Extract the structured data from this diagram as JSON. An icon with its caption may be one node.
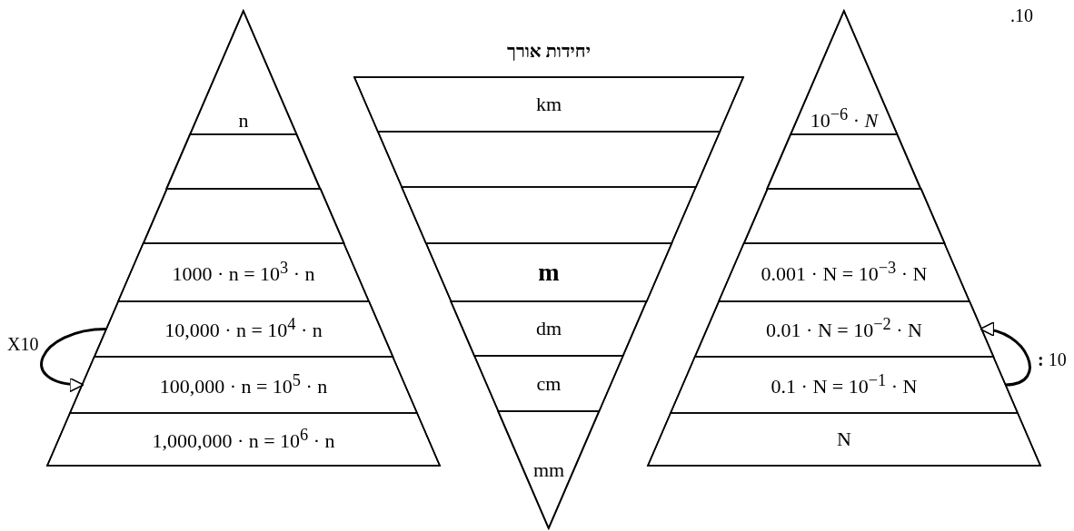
{
  "diagram": {
    "nodes": [
      {
        "text": [],
        "shape": "triangle"
      },
      {
        "text": [
          "n"
        ],
        "in": 0
      },
      {
        "text": [],
        "shape": "band",
        "in": 0
      },
      {
        "text": [],
        "shape": "band",
        "in": 0
      },
      {
        "text": [
          "1000 · n = 10$^{3}$ · n"
        ],
        "in": 0
      },
      {
        "text": [
          "10,000 · n = 10$^{4}$ · n"
        ],
        "in": 0
      },
      {
        "text": [
          "100,000 · n = 10$^{5}$ · n"
        ],
        "in": 0
      },
      {
        "text": [
          "1,000,000 · n = 10$^{6}$ · n"
        ],
        "in": 0
      },
      {
        "text": [
          "יחידות אורך"
        ]
      },
      {
        "text": [
          "km"
        ],
        "in": 8
      },
      {
        "text": [],
        "shape": "band",
        "in": 8
      },
      {
        "text": [],
        "shape": "band",
        "in": 8
      },
      {
        "text": [
          "m"
        ],
        "in": 8
      },
      {
        "text": [
          "dm"
        ],
        "in": 8
      },
      {
        "text": [
          "cm"
        ],
        "in": 8
      },
      {
        "text": [
          "mm"
        ],
        "in": 8
      },
      {
        "text": [],
        "shape": "triangle"
      },
      {
        "text": [
          "10$^{−6}$ · *N*"
        ],
        "in": 16
      },
      {
        "text": [],
        "shape": "band",
        "in": 16
      },
      {
        "text": [],
        "shape": "band",
        "in": 16
      },
      {
        "text": [
          "0.001 · N = 10$^{−3}$ · N"
        ],
        "in": 16
      },
      {
        "text": [
          "0.01 · N = 10$^{−2}$ · N"
        ],
        "in": 16
      },
      {
        "text": [
          "0.1 · N = 10$^{−1}$ · N"
        ],
        "in": 16
      },
      {
        "text": [
          "N"
        ],
        "in": 16
      }
    ],
    "edges": [
      {
        "from": 5,
        "to": 6,
        "arrow": "to",
        "label": "X10"
      },
      {
        "from": 22,
        "to": 21,
        "arrow": "to",
        "label": "**:** 10"
      }
    ],
    "labels": [
      ".10"
    ]
  }
}
